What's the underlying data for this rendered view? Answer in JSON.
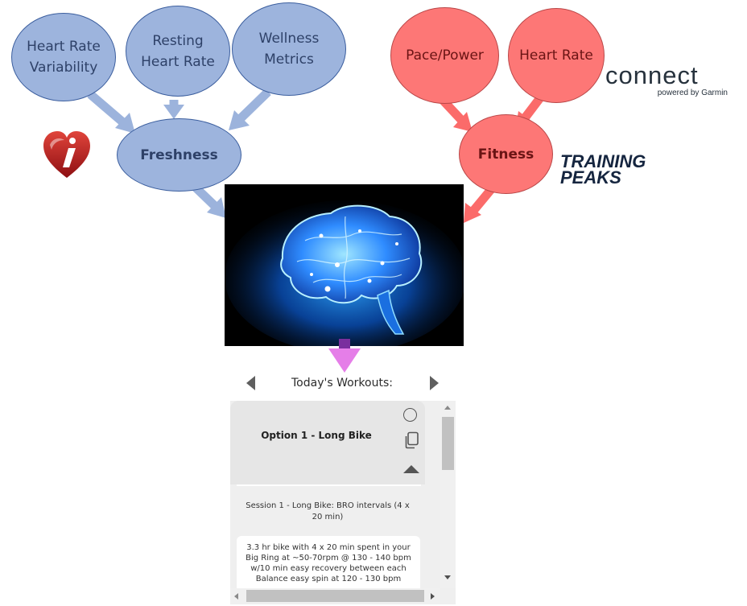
{
  "diagram": {
    "inputs_left": [
      {
        "label_lines": [
          "Heart Rate",
          "Variability"
        ]
      },
      {
        "label_lines": [
          "Resting",
          "Heart Rate"
        ]
      },
      {
        "label_lines": [
          "Wellness",
          "Metrics"
        ]
      }
    ],
    "freshness_label": "Freshness",
    "inputs_right": [
      {
        "label_lines": [
          "Pace/Power"
        ]
      },
      {
        "label_lines": [
          "Heart Rate"
        ]
      }
    ],
    "fitness_label": "Fitness"
  },
  "logos": {
    "connect": {
      "word": "connect",
      "tagline": "powered by Garmin"
    },
    "trainingpeaks": {
      "line1": "TRAINING",
      "line2": "PEAKS"
    }
  },
  "icons": {
    "heart_logo": "heart-logo-icon",
    "brain": "brain-icon",
    "down_arrow": "down-arrow-icon",
    "prev": "chevron-left-icon",
    "next": "chevron-right-icon",
    "status": "circle-icon",
    "copy": "copy-icon",
    "collapse": "chevron-up-icon"
  },
  "colors": {
    "blue_fill": "#9db4dd",
    "red_fill": "#fd7776",
    "blue_arrow": "#9cb3dc",
    "red_arrow": "#fb6b6a",
    "magenta_arrow": "#e57ee8"
  },
  "workouts": {
    "header": "Today's Workouts:",
    "option_title": "Option 1 - Long Bike",
    "session_title": "Session 1 - Long Bike: BRO intervals (4 x 20 min)",
    "description": "3.3 hr bike with 4 x 20 min spent in your Big Ring at ~50-70rpm @ 130 - 140 bpm w/10 min easy recovery between each Balance easy spin at 120 - 130 bpm"
  }
}
